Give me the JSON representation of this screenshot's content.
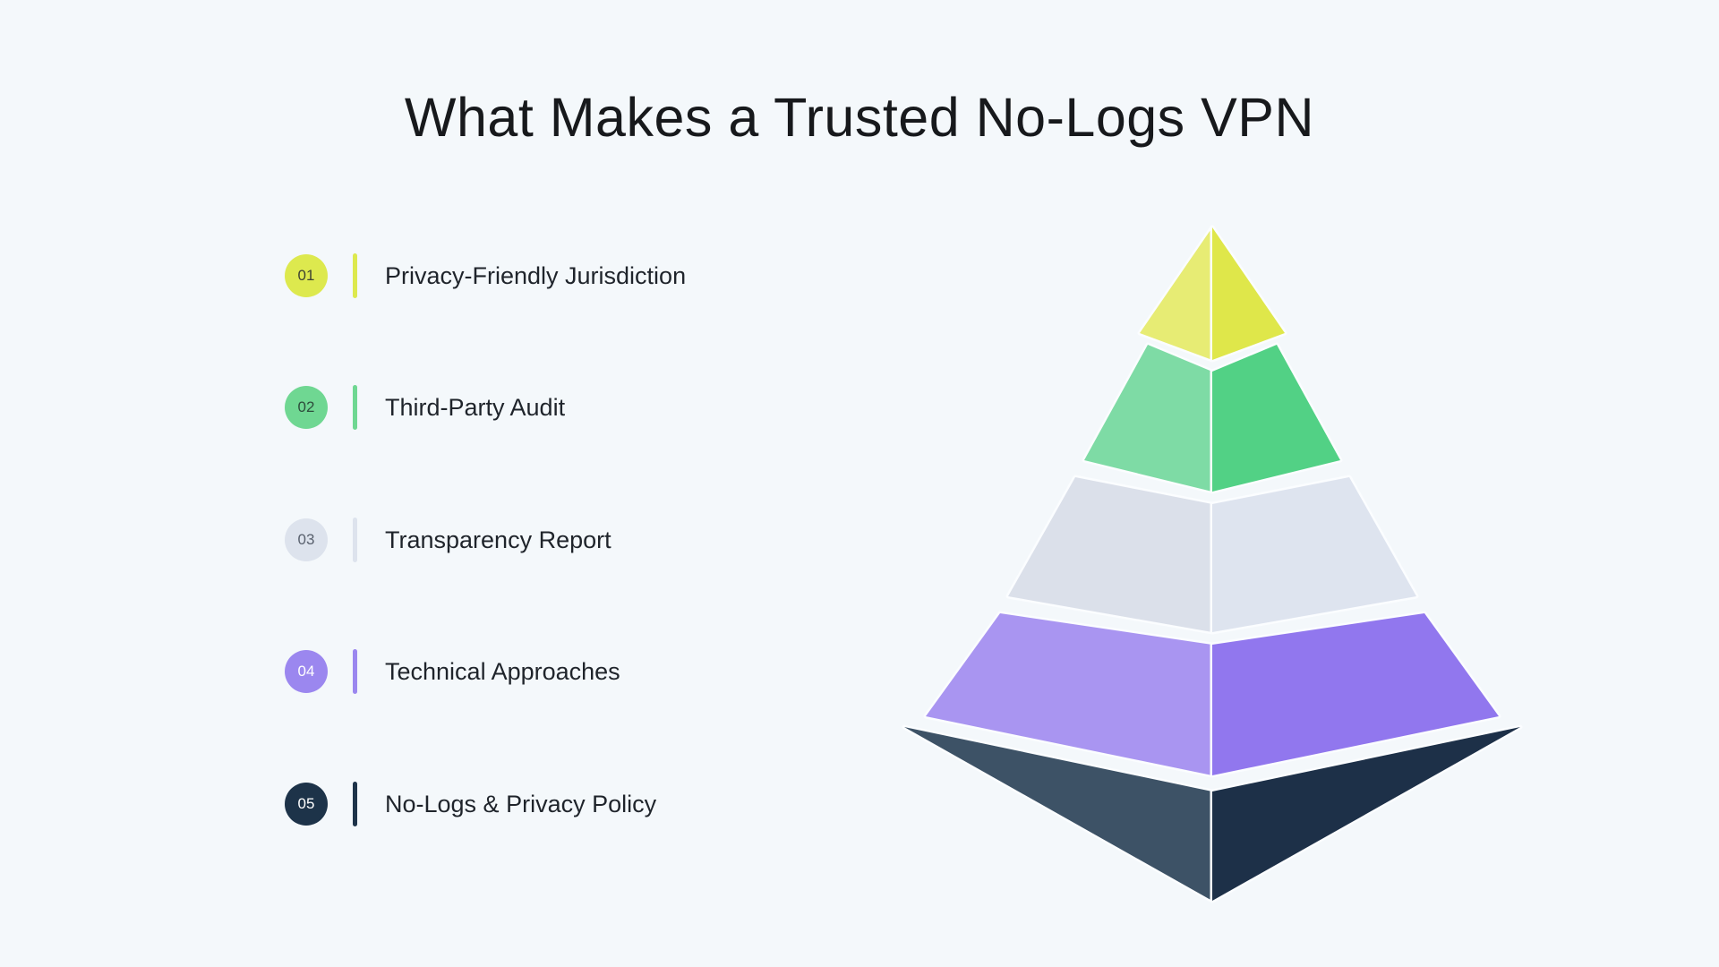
{
  "page": {
    "background_color": "#f4f8fb",
    "title": "What Makes a Trusted No-Logs VPN",
    "title_color": "#17191c"
  },
  "list": {
    "label_color": "#1f242b",
    "items": [
      {
        "number": "01",
        "label": "Privacy-Friendly Jurisdiction",
        "accent_color": "#dde94e",
        "number_color": "#3e4232"
      },
      {
        "number": "02",
        "label": "Third-Party Audit",
        "accent_color": "#6fd792",
        "number_color": "#2e4d3c"
      },
      {
        "number": "03",
        "label": "Transparency Report",
        "accent_color": "#dde3ed",
        "number_color": "#59616e"
      },
      {
        "number": "04",
        "label": "Technical Approaches",
        "accent_color": "#9b87ef",
        "number_color": "#ffffff"
      },
      {
        "number": "05",
        "label": "No-Logs & Privacy Policy",
        "accent_color": "#1d3349",
        "number_color": "#ffffff"
      }
    ]
  },
  "chart_data": {
    "type": "pyramid",
    "title": "What Makes a Trusted No-Logs VPN",
    "levels_top_to_bottom": [
      {
        "rank": "01",
        "label": "Privacy-Friendly Jurisdiction",
        "left_face_color": "#e7ec74",
        "right_face_color": "#dfe74a"
      },
      {
        "rank": "02",
        "label": "Third-Party Audit",
        "left_face_color": "#7edba5",
        "right_face_color": "#52d185"
      },
      {
        "rank": "03",
        "label": "Transparency Report",
        "left_face_color": "#dbe0ea",
        "right_face_color": "#dee4ef"
      },
      {
        "rank": "04",
        "label": "Technical Approaches",
        "left_face_color": "#a995f1",
        "right_face_color": "#9177ee"
      },
      {
        "rank": "05",
        "label": "No-Logs & Privacy Policy",
        "left_face_color": "#3d5266",
        "right_face_color": "#1d3048"
      }
    ],
    "gap_color": "#fbfdff",
    "layout": "3D stepped pyramid, 5 levels, wide slab base, right side in shadow"
  }
}
